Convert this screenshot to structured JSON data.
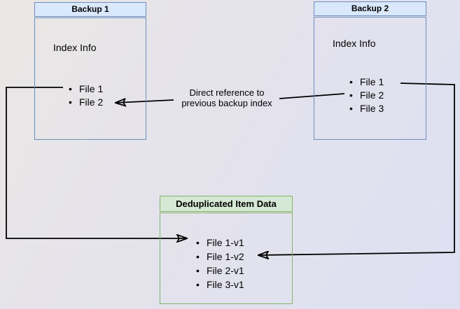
{
  "diagram": {
    "backup1": {
      "title": "Backup 1",
      "subtitle": "Index Info",
      "items": [
        "File 1",
        "File 2"
      ]
    },
    "backup2": {
      "title": "Backup 2",
      "subtitle": "Index Info",
      "items": [
        "File 1",
        "File 2",
        "File 3"
      ]
    },
    "dedup": {
      "title": "Deduplicated Item Data",
      "items": [
        "File 1-v1",
        "File 1-v2",
        "File 2-v1",
        "File 3-v1"
      ]
    },
    "annotation": {
      "line1": "Direct reference to",
      "line2": "previous backup index"
    },
    "bullet": "•",
    "colors": {
      "backup_header_fill": "#dae8fc",
      "backup_border": "#6c8ebf",
      "dedup_header_fill": "#d5e8d4",
      "dedup_border": "#82b366",
      "connector": "#000000",
      "background_top_left": "#eae7e4",
      "background_bottom_right": "#dee0f2"
    }
  }
}
